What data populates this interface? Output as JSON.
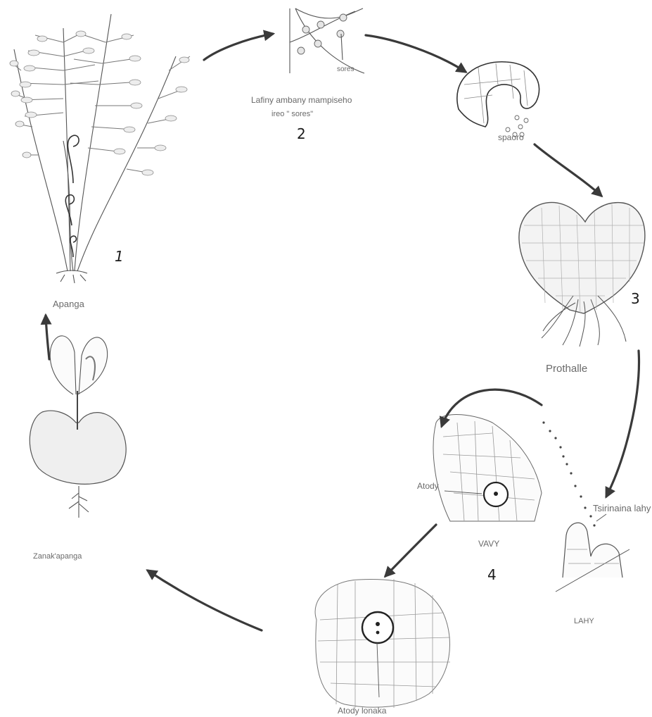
{
  "labels": {
    "apanga": "Apanga",
    "num1": "1",
    "lafiny": "Lafiny ambany mampiseho",
    "ireo_sores": "ireo \" sores\"",
    "sores_callout": "sores",
    "num2": "2",
    "spaoro": "spaoro",
    "prothalle": "Prothalle",
    "num3": "3",
    "atody_callout": "Atody",
    "vavy": "VAVY",
    "tsirinaina": "Tsirinaina lahy",
    "num4": "4",
    "lahy": "LAHY",
    "atody_lonaka": "Atody lonaka",
    "zanaka": "Zanak'apanga"
  },
  "colors": {
    "ink": "#333333",
    "label": "#6a6a6a",
    "arrow": "#3a3a3a"
  }
}
